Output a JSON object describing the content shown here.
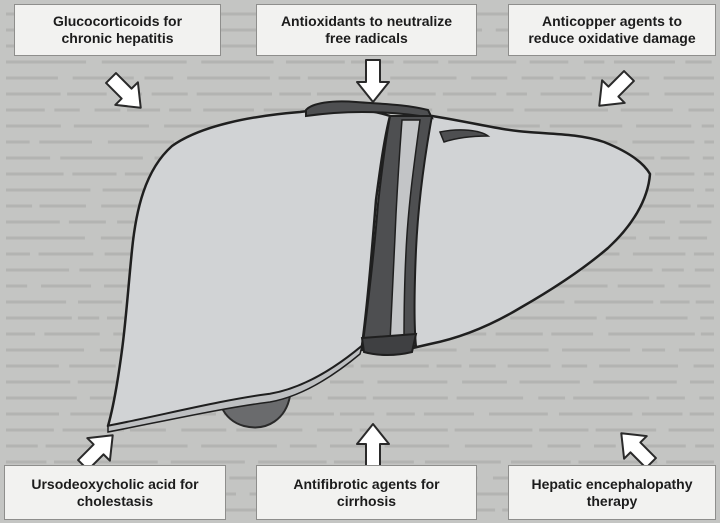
{
  "treatments": {
    "top_left": {
      "line1": "Glucocorticoids for",
      "line2": "chronic hepatitis"
    },
    "top_center": {
      "line1": "Antioxidants to neutralize",
      "line2": "free radicals"
    },
    "top_right": {
      "line1": "Anticopper agents to",
      "line2": "reduce oxidative damage"
    },
    "bottom_left": {
      "line1": "Ursodeoxycholic acid for",
      "line2": "cholestasis"
    },
    "bottom_center": {
      "line1": "Antifibrotic agents for",
      "line2": "cirrhosis"
    },
    "bottom_right": {
      "line1": "Hepatic encephalopathy",
      "line2": "therapy"
    }
  },
  "colors": {
    "liver_lobe": "#d1d3d5",
    "liver_outline": "#1f1f1f",
    "ligament": "#4e4f51",
    "gallbladder": "#6a6b6d",
    "background": "#c4c5c3",
    "arrow_fill": "#ffffff"
  }
}
